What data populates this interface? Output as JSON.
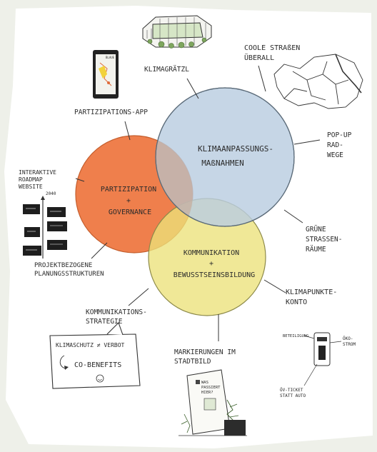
{
  "circles": {
    "adaptation": {
      "label_line1": "KLIMAANPASSUNGS-",
      "label_line2": "MAßNAHMEN",
      "color": "#b9cde0"
    },
    "participation": {
      "label_line1": "PARTIZIPATION",
      "label_line2": "+",
      "label_line3": "GOVERNANCE",
      "color": "#ef7f4c"
    },
    "communication": {
      "label_line1": "KOMMUNIKATION",
      "label_line2": "+",
      "label_line3": "BEWUSSTSEINSBILDUNG",
      "color": "#ece27a"
    }
  },
  "labels": {
    "klimagraetzl": "KLIMAGRÄTZL",
    "coole_1": "COOLE STRAßEN",
    "coole_2": "ÜBERALL",
    "partizipations_app": "PARTIZIPATIONS-APP",
    "popup_1": "POP-UP",
    "popup_2": "RAD-",
    "popup_3": "WEGE",
    "roadmap_1": "INTERAKTIVE",
    "roadmap_2": "ROADMAP",
    "roadmap_3": "WEBSITE",
    "roadmap_year": "2040",
    "gruene_1": "GRÜNE",
    "gruene_2": "STRASSEN-",
    "gruene_3": "RÄUME",
    "projekt_1": "PROJEKTBEZOGENE",
    "projekt_2": "PLANUNGSSTRUKTUREN",
    "konto_1": "KLIMAPUNKTE-",
    "konto_2": "KONTO",
    "strategie_1": "KOMMUNIKATIONS-",
    "strategie_2": "STRATEGIE",
    "speech_1": "KLIMASCHUTZ ≠ VERBOT",
    "speech_2": "CO-BENEFITS",
    "markierung_1": "MARKIERUNGEN IM",
    "markierung_2": "STADTBILD",
    "sign_1": "WAS",
    "sign_2": "PASSIERT",
    "sign_3": "HIER?",
    "beteiligung": "BETEILIGUNG",
    "oeko_1": "ÖKO-",
    "oeko_2": "STROM",
    "oev_1": "ÖV-TICKET",
    "oev_2": "STATT AUTO",
    "phone_text": "BLAUE"
  }
}
